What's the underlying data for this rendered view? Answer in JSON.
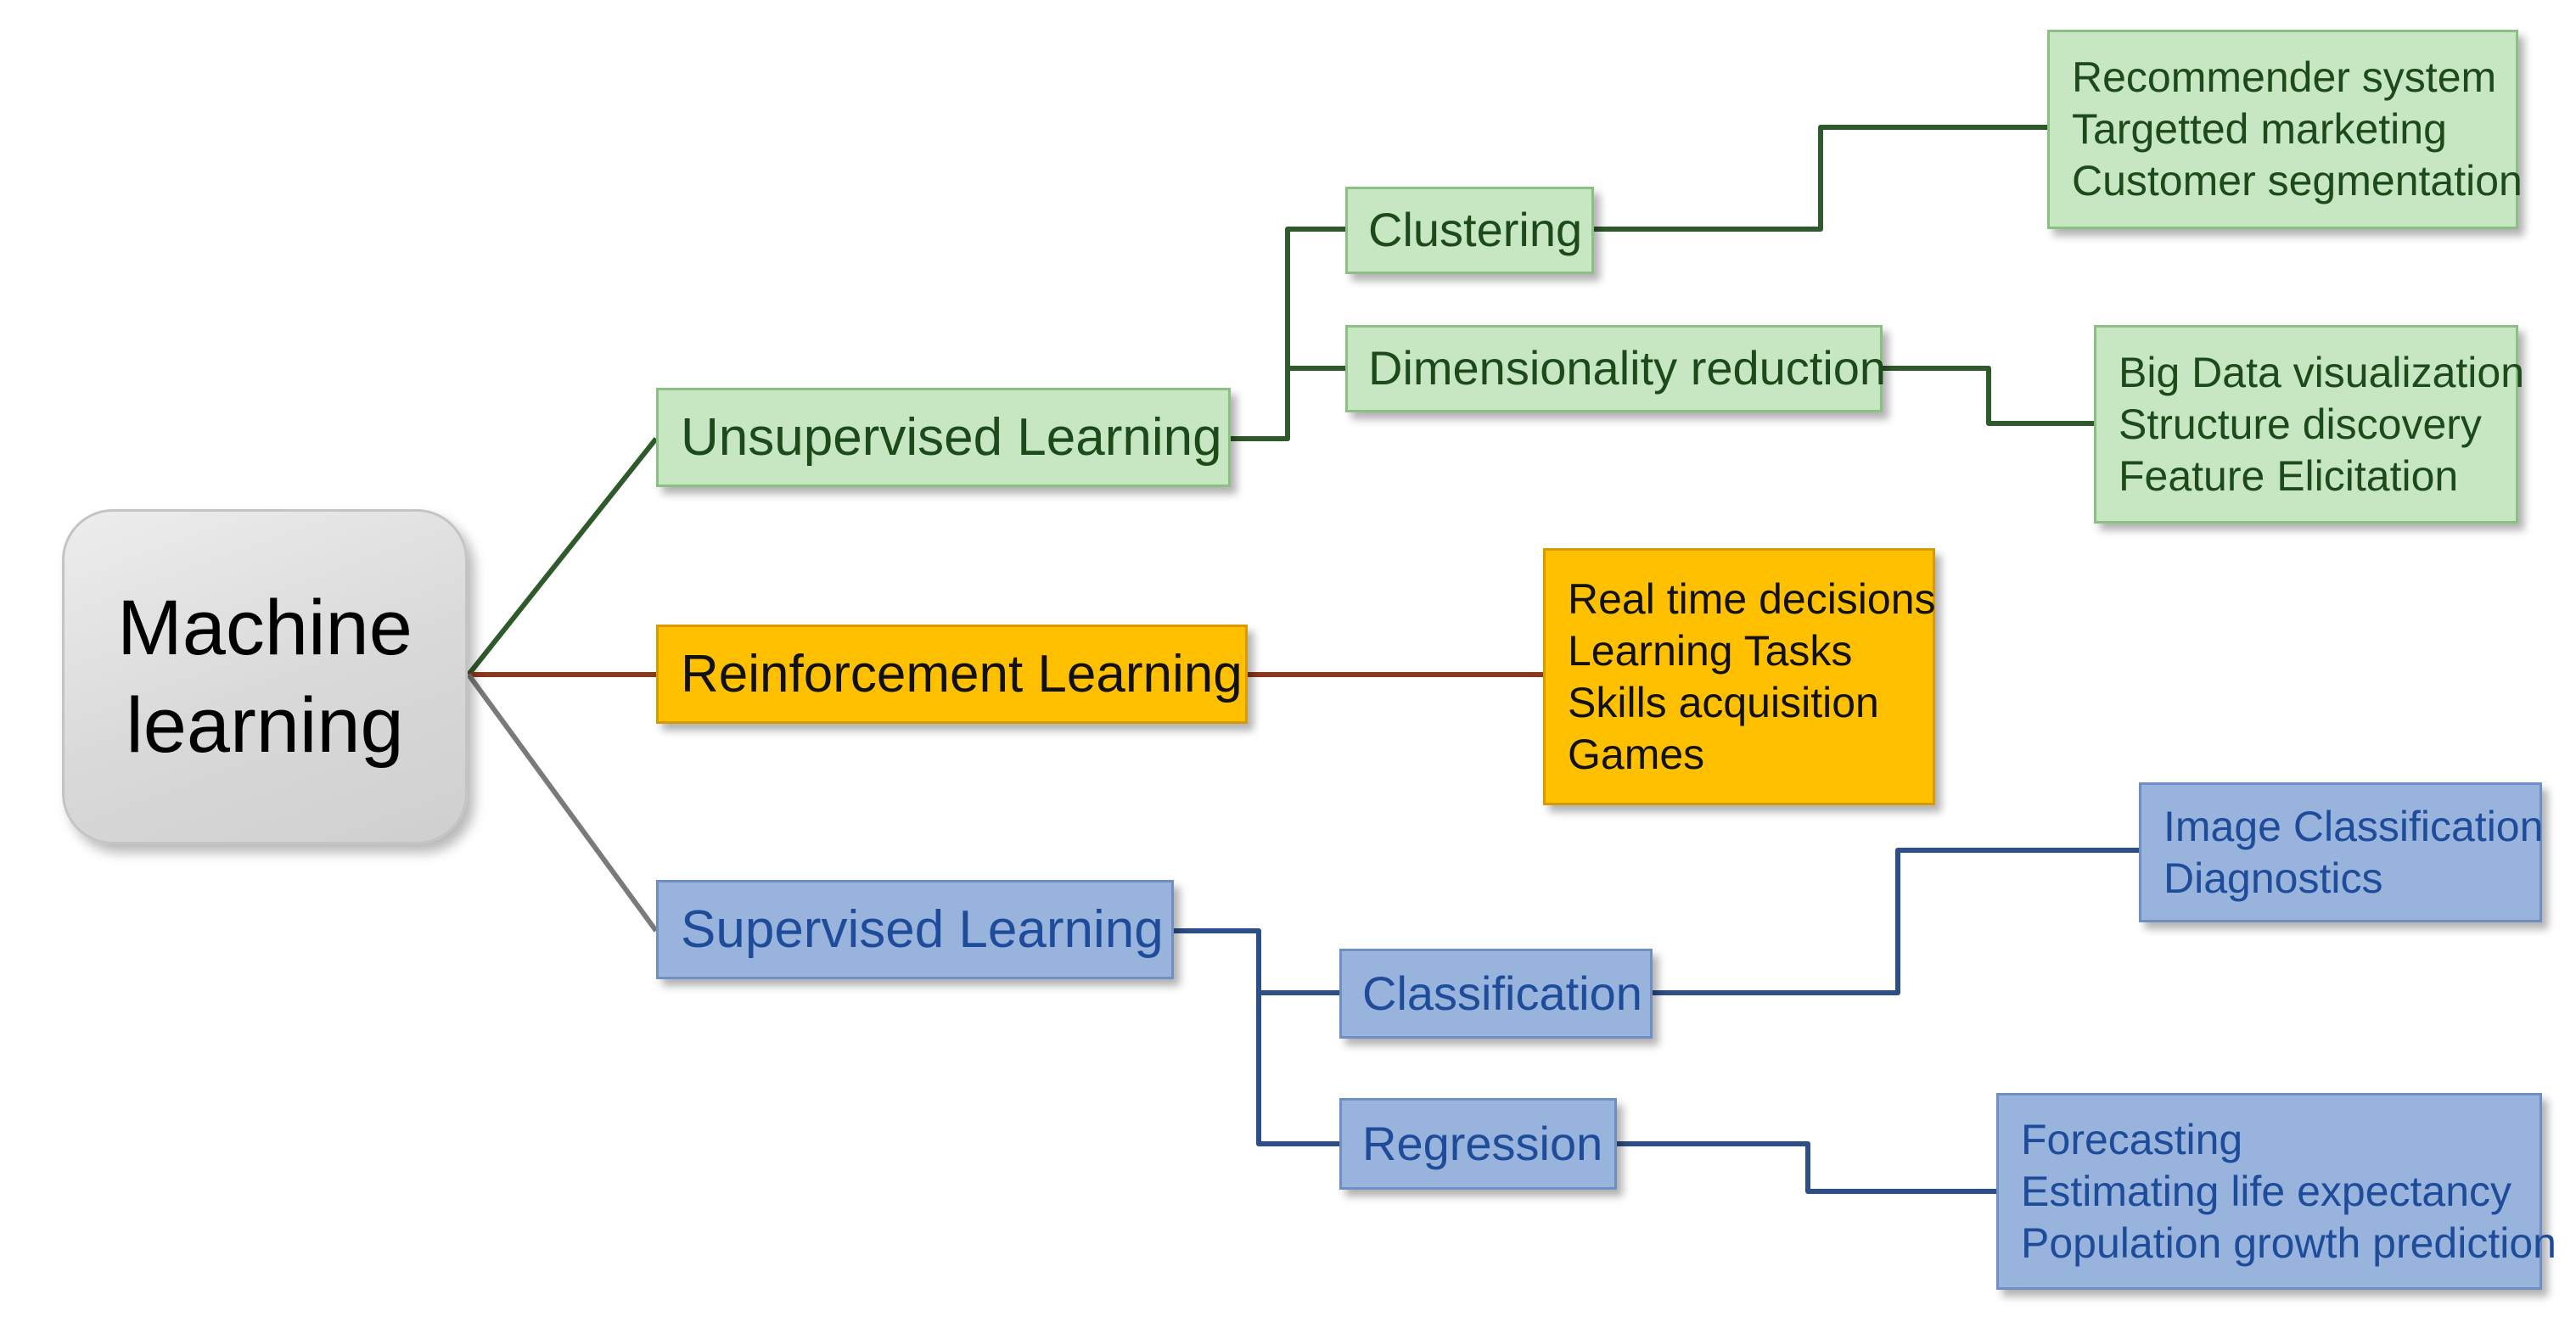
{
  "diagram": {
    "root": {
      "lines": [
        "Machine",
        "learning"
      ]
    },
    "unsupervised": {
      "label": "Unsupervised Learning",
      "clustering": {
        "label": "Clustering",
        "examples": [
          "Recommender system",
          "Targetted marketing",
          "Customer segmentation"
        ]
      },
      "dimensionality": {
        "label": "Dimensionality reduction",
        "examples": [
          "Big Data visualization",
          "Structure discovery",
          "Feature Elicitation"
        ]
      }
    },
    "reinforcement": {
      "label": "Reinforcement Learning",
      "examples": [
        "Real time decisions",
        "Learning Tasks",
        "Skills acquisition",
        "Games"
      ]
    },
    "supervised": {
      "label": "Supervised Learning",
      "classification": {
        "label": "Classification",
        "examples": [
          "Image Classification",
          "Diagnostics"
        ]
      },
      "regression": {
        "label": "Regression",
        "examples": [
          "Forecasting",
          "Estimating life expectancy",
          "Population growth prediction"
        ]
      }
    }
  },
  "colors": {
    "green_fill": "#c6e7c1",
    "green_line": "#2f5a2b",
    "orange_fill": "#ffc000",
    "orange_line": "#8a3a1c",
    "blue_fill": "#98b4dc",
    "blue_line": "#2b4f86",
    "root_fill": "#d9d9d9",
    "gray_line": "#7a7a7a"
  }
}
